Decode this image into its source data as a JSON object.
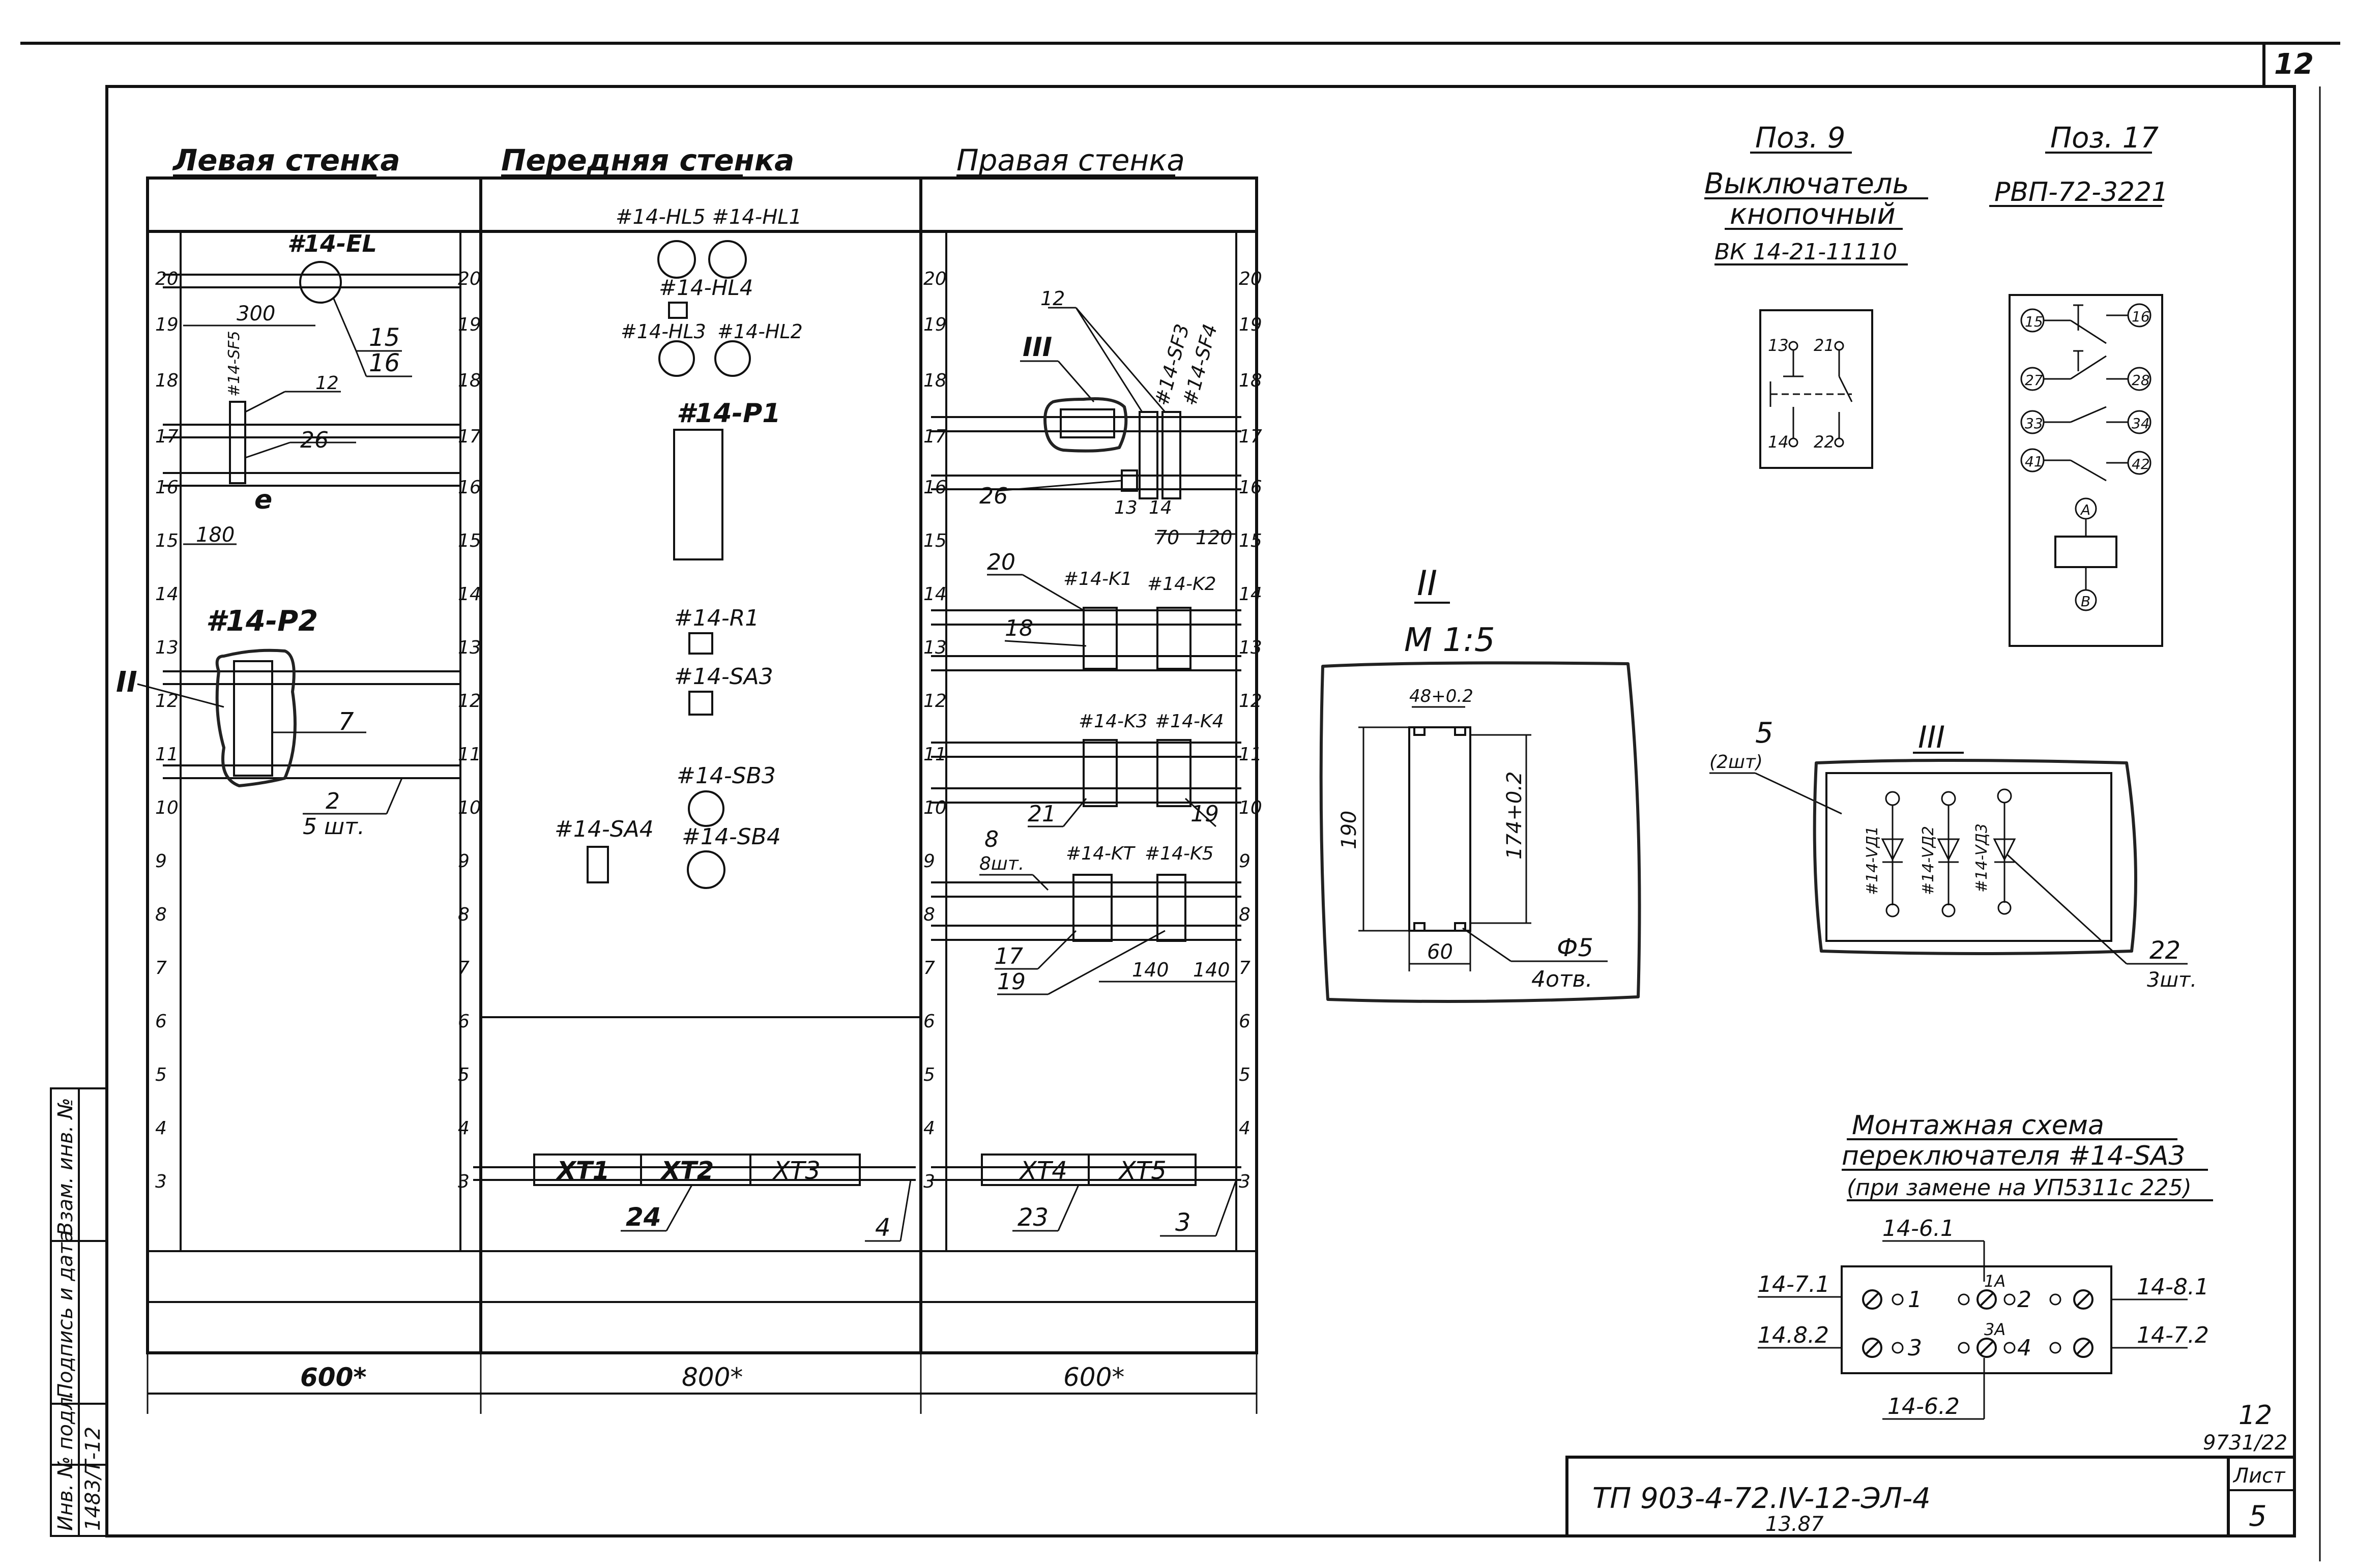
{
  "sheet_number_top": "12",
  "walls": {
    "left": "Левая стенка",
    "front": "Передняя стенка",
    "right": "Правая стенка"
  },
  "dimensions": {
    "left_width": "600*",
    "front_width": "800*",
    "right_width": "600*",
    "d300": "300",
    "d180": "180",
    "d70": "70",
    "d120": "120",
    "d140a": "140",
    "d140b": "140"
  },
  "rail_numbers_left": [
    "20",
    "19",
    "18",
    "17",
    "16",
    "15",
    "14",
    "13",
    "12",
    "11",
    "10",
    "9",
    "8",
    "7",
    "6",
    "5",
    "4",
    "3"
  ],
  "rail_numbers_front": [
    "20",
    "19",
    "18",
    "17",
    "16",
    "15",
    "14",
    "13",
    "12",
    "11",
    "10",
    "9",
    "8",
    "7",
    "6",
    "5",
    "4",
    "3"
  ],
  "rail_numbers_right_l": [
    "20",
    "19",
    "18",
    "17",
    "16",
    "15",
    "14",
    "13",
    "12",
    "11",
    "10",
    "9",
    "8",
    "7",
    "6",
    "5",
    "4",
    "3"
  ],
  "rail_numbers_right_r": [
    "20",
    "19",
    "18",
    "17",
    "16",
    "15",
    "14",
    "13",
    "12",
    "11",
    "10",
    "9",
    "8",
    "7",
    "6",
    "5",
    "4",
    "3"
  ],
  "left_wall": {
    "el": "#14-EL",
    "sf5": "#14-SF5",
    "p2": "#14-P2",
    "pos15": "15",
    "pos16": "16",
    "pos12": "12",
    "pos26": "26",
    "posE": "е",
    "pos7": "7",
    "pos2": "2",
    "pos2note": "5 шт.",
    "mark2": "II"
  },
  "front_wall": {
    "hl5_hl1": "#14-HL5 #14-HL1",
    "hl4": "#14-HL4",
    "hl3": "#14-HL3",
    "hl2": "#14-HL2",
    "p1": "#14-P1",
    "r1": "#14-R1",
    "sa3": "#14-SA3",
    "sb3": "#14-SB3",
    "sb4": "#14-SB4",
    "sa4": "#14-SA4",
    "xt1": "XT1",
    "xt2": "XT2",
    "xt3": "XT3",
    "pos24": "24",
    "pos4": "4"
  },
  "right_wall": {
    "mark3": "III",
    "sf3": "#14-SF3",
    "sf4": "#14-SF4",
    "pos12": "12",
    "pos26": "26",
    "pos13": "13",
    "pos14": "14",
    "pos20": "20",
    "k1": "#14-K1",
    "k2": "#14-K2",
    "pos18": "18",
    "k3": "#14-K3",
    "k4": "#14-K4",
    "pos21": "21",
    "pos19a": "19",
    "pos8": "8",
    "pos8note": "8шт.",
    "kt": "#14-KT",
    "k5": "#14-K5",
    "pos17": "17",
    "pos19b": "19",
    "xt4": "XT4",
    "xt5": "XT5",
    "pos23": "23",
    "pos3": "3"
  },
  "detail2": {
    "mark": "II",
    "scale": "М 1:5",
    "w_top": "48+0.2",
    "h_left": "190",
    "h_right": "174+0.2",
    "w_bottom": "60",
    "hole": "Ф5",
    "holes_count": "4отв."
  },
  "pos9": {
    "title": "Поз. 9",
    "name1": "Выключатель",
    "name2": "кнопочный",
    "model": "ВК 14-21-11110",
    "c13": "13",
    "c21": "21",
    "c14": "14",
    "c22": "22"
  },
  "pos17": {
    "title": "Поз. 17",
    "model": "РВП-72-3221",
    "c15": "15",
    "c16": "16",
    "c27": "27",
    "c28": "28",
    "c33": "33",
    "c34": "34",
    "c41": "41",
    "c42": "42",
    "cA": "А",
    "cB": "В"
  },
  "detail3": {
    "mark": "III",
    "pos5": "5",
    "pos5note": "(2шт)",
    "vd1": "#14-VД1",
    "vd2": "#14-VД2",
    "vd3": "#14-VД3",
    "pos22": "22",
    "pos22note": "3шт."
  },
  "wiring": {
    "title1": "Монтажная схема",
    "title2": "переключателя #14-SA3",
    "title3": "(при замене на УП5311с 225)",
    "top": "14-6.1",
    "bottom": "14-6.2",
    "l1": "14-7.1",
    "l2": "14.8.2",
    "r1": "14-8.1",
    "r2": "14-7.2",
    "n1": "1",
    "n2": "2",
    "n3": "3",
    "n4": "4",
    "n1A": "1А",
    "n3A": "3А"
  },
  "title_block": {
    "code": "ТП 903-4-72.IV-12-ЭЛ-4",
    "sub": "13.87",
    "sheet_label": "Лист",
    "sheet_num": "5",
    "num12": "12",
    "archive": "9731/22"
  },
  "side_stamp": {
    "c1": "Инв. № подл.",
    "c2": "Подпись и дата",
    "c3": "Взам. инв. №",
    "v1": "1483/Т-12"
  }
}
